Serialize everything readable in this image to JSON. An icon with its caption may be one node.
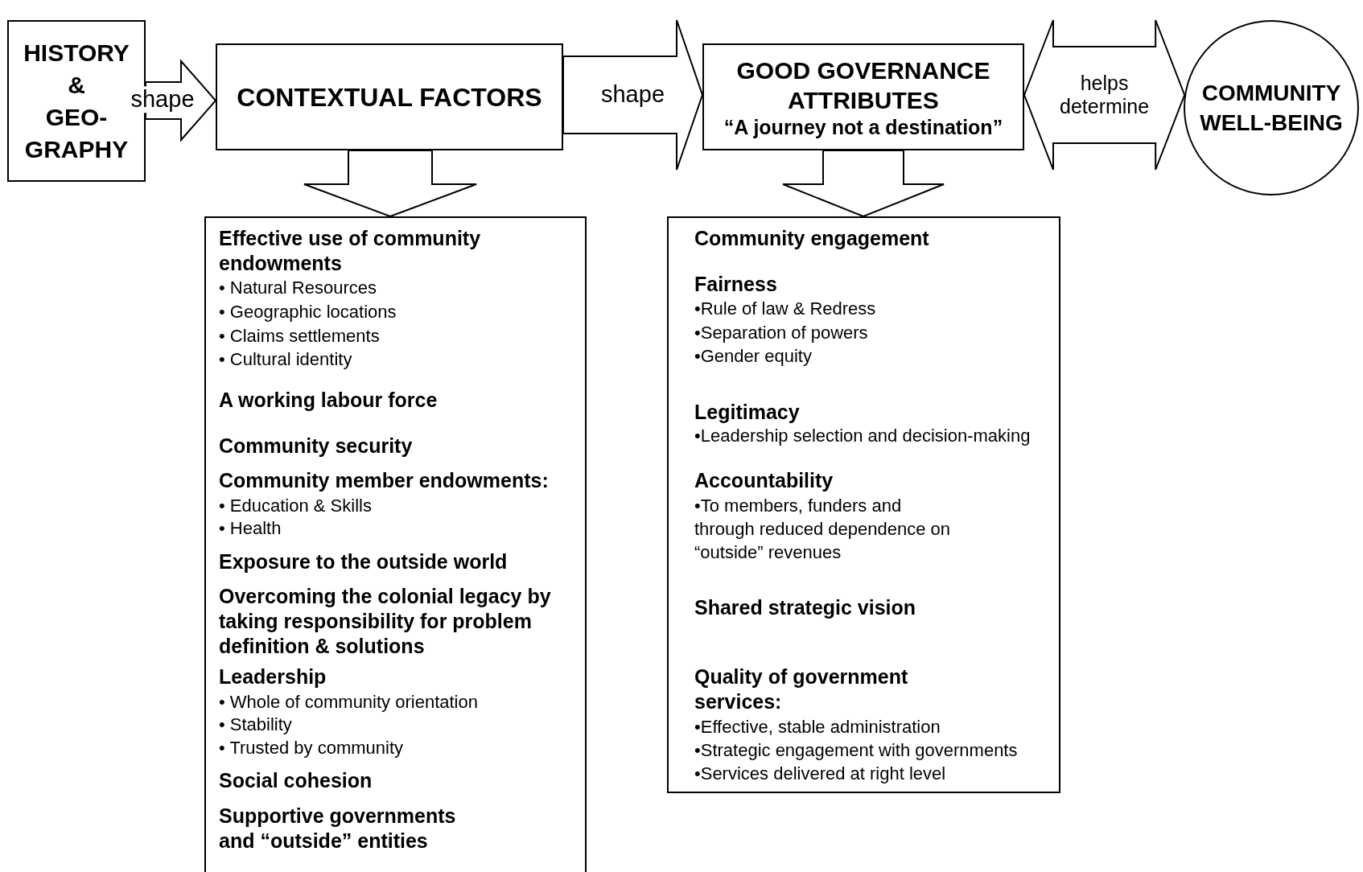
{
  "diagram": {
    "nodes": [
      {
        "text": [
          "HISTORY & GEO- GRAPHY"
        ]
      },
      {
        "text": [
          "CONTEXTUAL FACTORS"
        ]
      },
      {
        "text": [
          "GOOD GOVERNANCE ATTRIBUTES",
          "“A journey not a destination”"
        ]
      },
      {
        "text": [
          "COMMUNITY WELL-BEING"
        ]
      },
      {
        "text": [
          "Effective use of community endowments",
          "• Natural Resources",
          "• Geographic locations",
          "• Claims settlements",
          "• Cultural identity",
          "A working labour force",
          "Community security",
          "Community member endowments:",
          "• Education & Skills",
          "• Health",
          "Exposure to the outside world",
          "Overcoming the colonial legacy by taking responsibility for problem definition & solutions",
          "Leadership",
          "• Whole of community orientation",
          "• Stability",
          "• Trusted by community",
          "Social cohesion",
          "Supportive governments and “outside” entities"
        ]
      },
      {
        "text": [
          "Community engagement",
          "Fairness",
          "•Rule of law & Redress",
          "•Separation of powers",
          "•Gender equity",
          "Legitimacy",
          "•Leadership selection and decision-making",
          "Accountability",
          "•To members, funders and through reduced dependence on “outside” revenues",
          "Shared strategic vision",
          "Quality of government services:",
          "•Effective, stable administration",
          "•Strategic engagement with governments",
          "•Services delivered at right level"
        ]
      }
    ],
    "edges": [
      {
        "from": 0,
        "to": 1,
        "arrow": "to",
        "label": "shape"
      },
      {
        "from": 1,
        "to": 2,
        "arrow": "to",
        "label": "shape"
      },
      {
        "from": 2,
        "to": 3,
        "arrow": "both",
        "label": "helps determine"
      },
      {
        "from": 1,
        "to": 4,
        "arrow": "to"
      },
      {
        "from": 2,
        "to": 5,
        "arrow": "to"
      }
    ]
  }
}
